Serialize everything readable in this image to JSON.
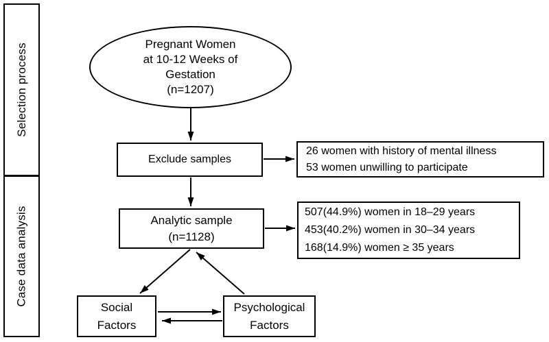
{
  "figure": {
    "type": "flowchart",
    "colors": {
      "line": "#000000",
      "background": "#ffffff",
      "text": "#000000"
    },
    "sidebar": {
      "sections": [
        {
          "label": "Selection process"
        },
        {
          "label": "Case data analysis"
        }
      ]
    },
    "nodes": {
      "start_ellipse": {
        "lines": [
          "Pregnant Women",
          "at 10-12 Weeks of",
          "Gestation",
          "(n=1207)"
        ]
      },
      "exclude": {
        "label": "Exclude samples"
      },
      "exclusion_details": {
        "lines": [
          "26 women with history of mental illness",
          "53 women unwilling to participate"
        ]
      },
      "analytic": {
        "lines": [
          "Analytic sample",
          "(n=1128)"
        ]
      },
      "age_details": {
        "lines": [
          "507(44.9%) women in 18–29 years",
          "453(40.2%) women in 30–34 years",
          "168(14.9%) women ≥ 35 years"
        ]
      },
      "social": {
        "lines": [
          "Social",
          "Factors"
        ]
      },
      "psychological": {
        "lines": [
          "Psychological",
          "Factors"
        ]
      }
    },
    "edges": [
      "start_ellipse -> exclude",
      "exclude -> exclusion_details",
      "exclude -> analytic",
      "analytic -> age_details",
      "analytic -> social",
      "psychological -> analytic",
      "social -> psychological",
      "psychological -> social"
    ]
  }
}
